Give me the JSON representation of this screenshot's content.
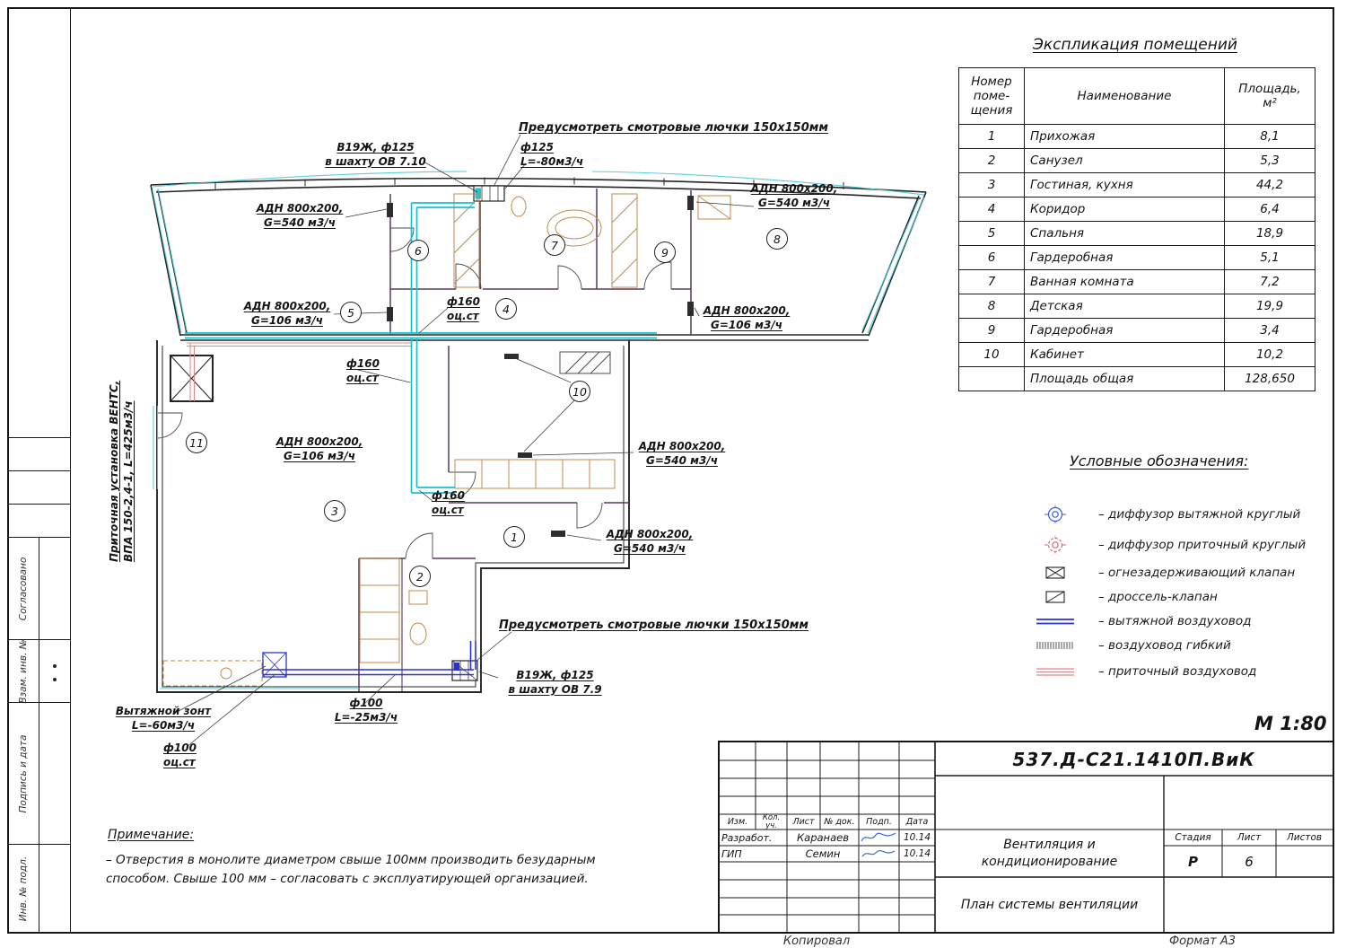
{
  "page": {
    "scale": "М 1:80",
    "copied": "Копировал",
    "format": "Формат А3"
  },
  "explication": {
    "title": "Экспликация помещений",
    "headers": {
      "num": "Номер\nпоме-\nщения",
      "name": "Наименование",
      "area": "Площадь,\nм²"
    },
    "rows": [
      {
        "num": "1",
        "name": "Прихожая",
        "area": "8,1"
      },
      {
        "num": "2",
        "name": "Санузел",
        "area": "5,3"
      },
      {
        "num": "3",
        "name": "Гостиная, кухня",
        "area": "44,2"
      },
      {
        "num": "4",
        "name": "Коридор",
        "area": "6,4"
      },
      {
        "num": "5",
        "name": "Спальня",
        "area": "18,9"
      },
      {
        "num": "6",
        "name": "Гардеробная",
        "area": "5,1"
      },
      {
        "num": "7",
        "name": "Ванная комната",
        "area": "7,2"
      },
      {
        "num": "8",
        "name": "Детская",
        "area": "19,9"
      },
      {
        "num": "9",
        "name": "Гардеробная",
        "area": "3,4"
      },
      {
        "num": "10",
        "name": "Кабинет",
        "area": "10,2"
      },
      {
        "num": "",
        "name": "Площадь общая",
        "area": "128,650"
      }
    ]
  },
  "legend": {
    "title": "Условные обозначения:",
    "items": [
      {
        "icon": "exhaust-diffuser-icon",
        "label": "– диффузор вытяжной круглый"
      },
      {
        "icon": "supply-diffuser-icon",
        "label": "– диффузор приточный круглый"
      },
      {
        "icon": "fire-valve-icon",
        "label": "– огнезадерживающий клапан"
      },
      {
        "icon": "throttle-valve-icon",
        "label": "– дроссель-клапан"
      },
      {
        "icon": "exhaust-duct-icon",
        "label": "– вытяжной воздуховод"
      },
      {
        "icon": "flex-duct-icon",
        "label": "– воздуховод гибкий"
      },
      {
        "icon": "supply-duct-icon",
        "label": "– приточный воздуховод"
      }
    ]
  },
  "plan": {
    "rooms": [
      "1",
      "2",
      "3",
      "4",
      "5",
      "6",
      "7",
      "8",
      "9",
      "10",
      "11"
    ],
    "supply_unit_line1": "Приточная установка ВЕНТС,",
    "supply_unit_line2": "ВПА 150-2,4-1, L=425м3/ч",
    "notes": {
      "hatch": "Предусмотреть смотровые лючки 150х150мм",
      "shaft_top_1": "В19Ж, ф125",
      "shaft_top_2": "в шахту ОВ 7.10",
      "shaft_bot_1": "В19Ж, ф125",
      "shaft_bot_2": "в шахту ОВ 7.9",
      "f125": "ф125",
      "f125_flow": "L=-80м3/ч",
      "f160": "ф160",
      "ozst": "оц.ст",
      "f100": "ф100",
      "f100_flow": "L=-25м3/ч",
      "hood_1": "Вытяжной зонт",
      "hood_2": "L=-60м3/ч",
      "adn": "АДН 800х200,",
      "g540": "G=540 м3/ч",
      "g106": "G=106 м3/ч"
    }
  },
  "notes_block": {
    "title": "Примечание:",
    "text": "– Отверстия в монолите диаметром свыше 100мм производить безударным способом. Свыше 100 мм – согласовать с эксплуатирующей организацией."
  },
  "stamp": {
    "doc_number": "537.Д-С21.1410П.ВиК",
    "col_izm": "Изм.",
    "col_kol": "Кол.\nуч.",
    "col_list": "Лист",
    "col_doc": "№ док.",
    "col_podp": "Подп.",
    "col_data": "Дата",
    "row1_role": "Разработ.",
    "row1_name": "Каранаев",
    "row1_date": "10.14",
    "row2_role": "ГИП",
    "row2_name": "Семин",
    "row2_date": "10.14",
    "section": "Вентиляция и\nкондиционирование",
    "stage_label": "Стадия",
    "sheet_label": "Лист",
    "sheets_label": "Листов",
    "stage": "Р",
    "sheet": "6",
    "drawing_title": "План системы вентиляции"
  },
  "side": {
    "agreed": "Согласовано",
    "vzam": "Взам. инв. №",
    "sign": "Подпись и дата",
    "inv": "Инв. № подл."
  }
}
